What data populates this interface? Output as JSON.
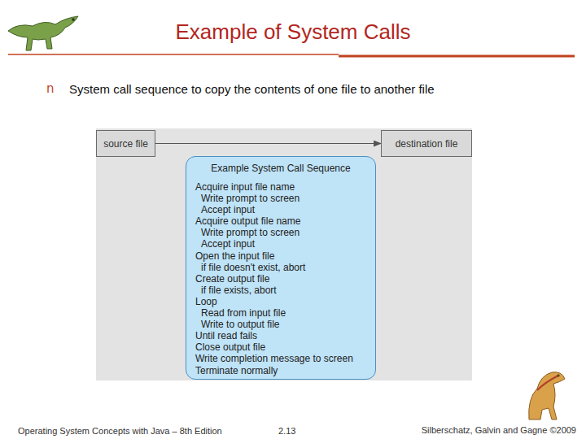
{
  "diagram": {
    "title": "Example of System Calls",
    "nodes": [
      {
        "text": [
          "source file"
        ]
      },
      {
        "text": [
          "destination file"
        ]
      },
      {
        "text": [
          "Example System Call Sequence",
          "Acquire input file name",
          "Write prompt to screen",
          "Accept input",
          "Acquire output file name",
          "Write prompt to screen",
          "Accept input",
          "Open the input file",
          "if file doesn't exist, abort",
          "Create output file",
          "if file exists, abort",
          "Loop",
          "Read from input file",
          "Write to output file",
          "Until read fails",
          "Close output file",
          "Write completion message to screen",
          "Terminate normally"
        ]
      }
    ],
    "edges": [
      {
        "from": 0,
        "to": 1,
        "arrow": "to"
      }
    ],
    "labels": [
      "n",
      "System call sequence to copy the contents of one file to another file",
      "Operating System Concepts with Java – 8th Edition",
      "2.13",
      "Silberschatz, Galvin and Gagne ©2009"
    ]
  }
}
